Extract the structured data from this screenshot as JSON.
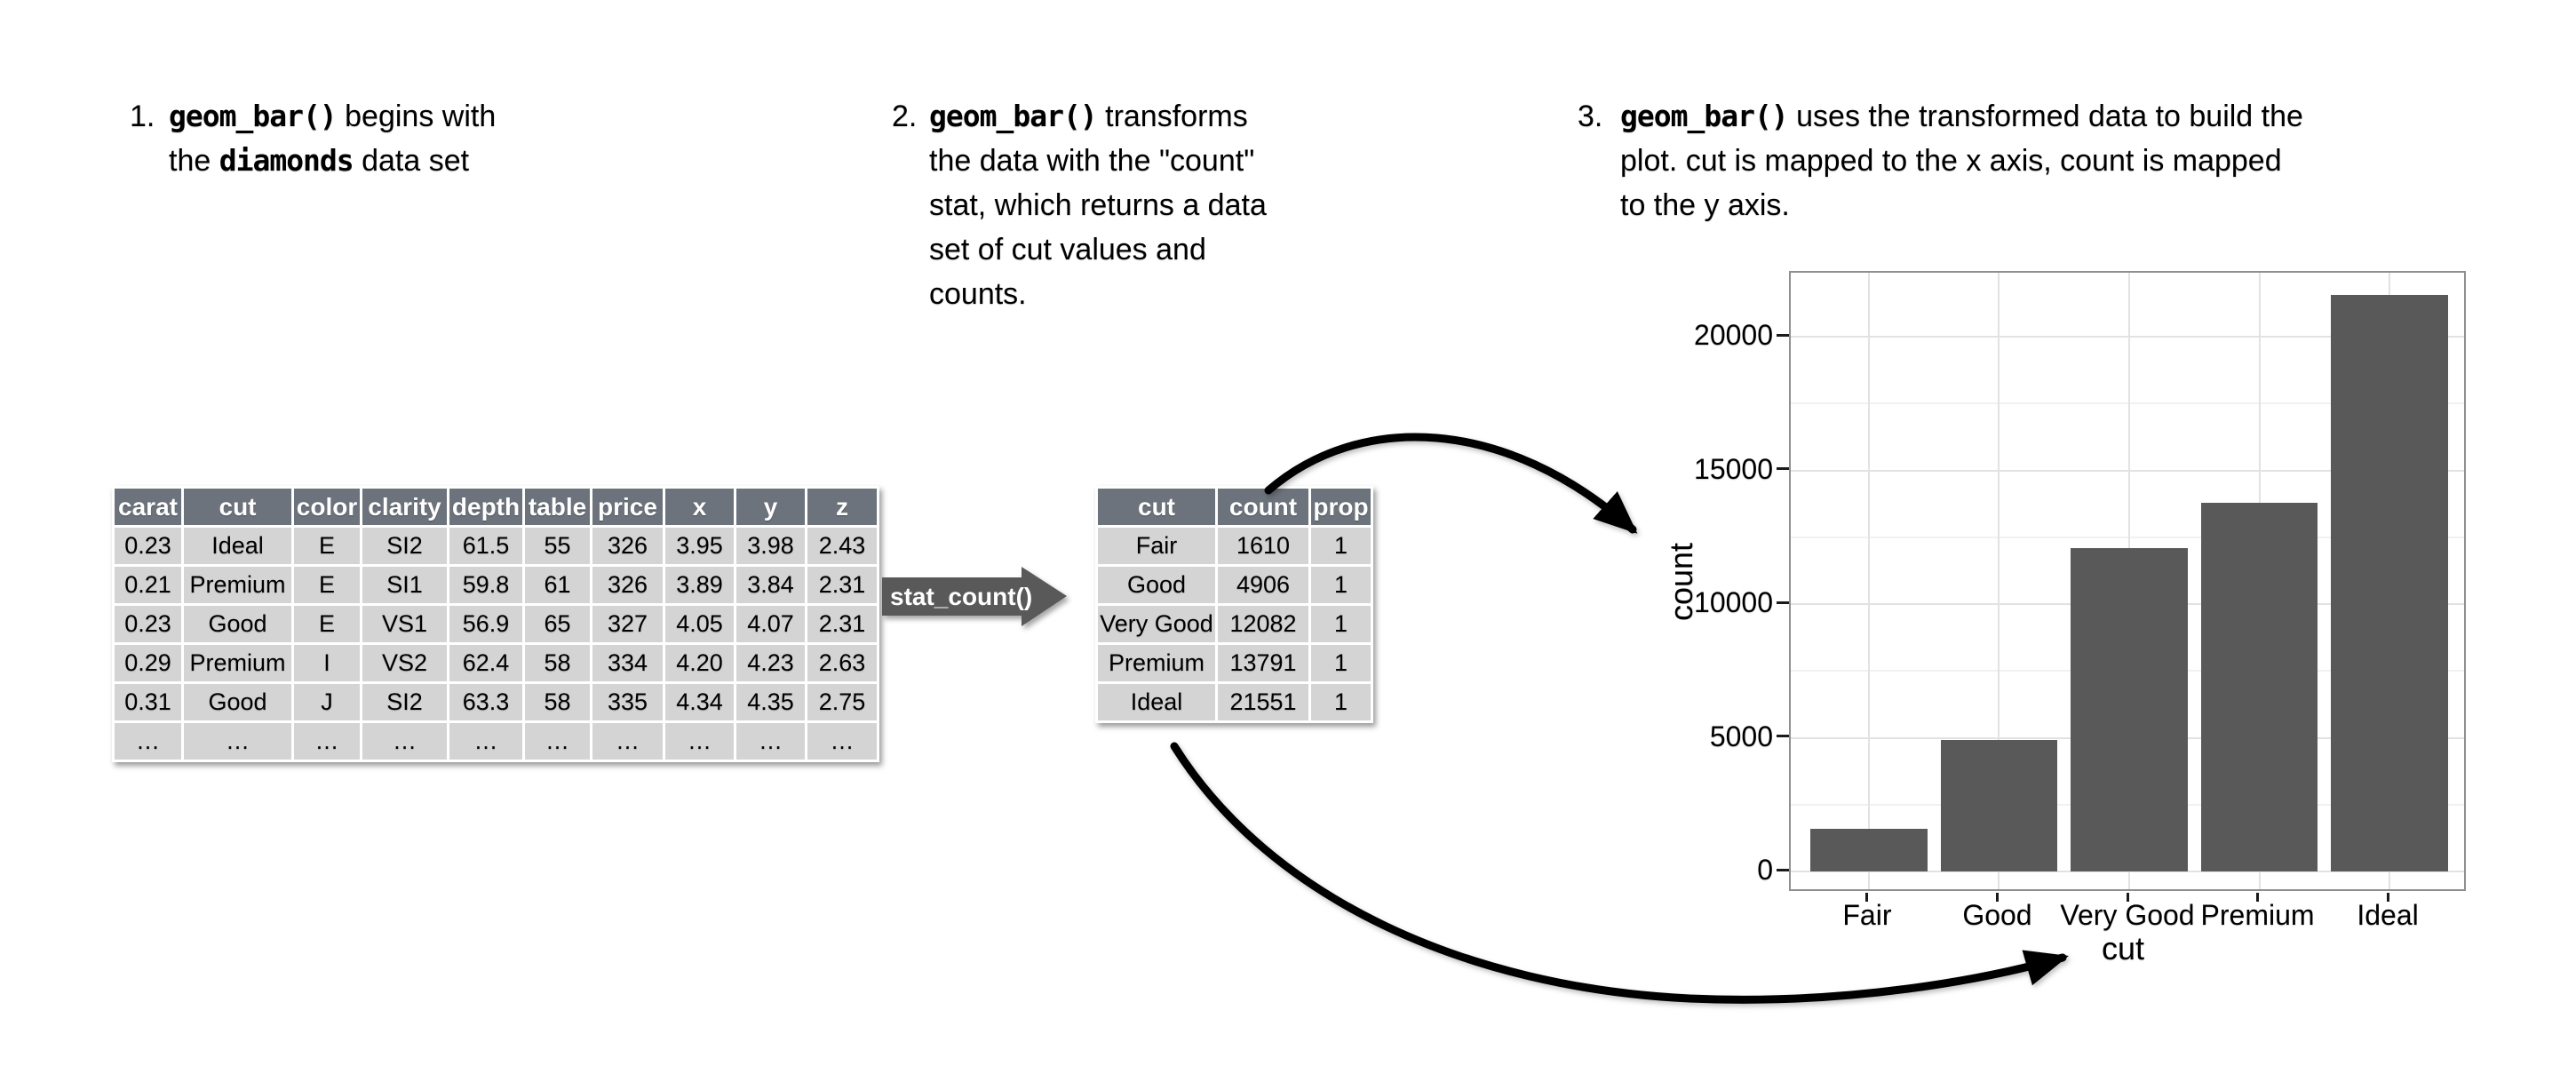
{
  "annotations": [
    {
      "number": "1.",
      "lines": [
        [
          {
            "t": "geom_bar()",
            "code": true
          },
          {
            "t": " begins with",
            "code": false
          }
        ],
        [
          {
            "t": "the ",
            "code": false
          },
          {
            "t": "diamonds",
            "code": true
          },
          {
            "t": " data set",
            "code": false
          }
        ]
      ]
    },
    {
      "number": "2.",
      "lines": [
        [
          {
            "t": "geom_bar()",
            "code": true
          },
          {
            "t": " transforms",
            "code": false
          }
        ],
        [
          {
            "t": "the data with the \"count\"",
            "code": false
          }
        ],
        [
          {
            "t": "stat, which returns a data",
            "code": false
          }
        ],
        [
          {
            "t": "set of cut values and",
            "code": false
          }
        ],
        [
          {
            "t": "counts.",
            "code": false
          }
        ]
      ]
    },
    {
      "number": "3.",
      "lines": [
        [
          {
            "t": "geom_bar()",
            "code": true
          },
          {
            "t": " uses the transformed data to build the",
            "code": false
          }
        ],
        [
          {
            "t": "plot. cut is mapped to the x axis, count is mapped",
            "code": false
          }
        ],
        [
          {
            "t": "to the y axis.",
            "code": false
          }
        ]
      ]
    }
  ],
  "diamonds_table": {
    "headers": [
      "carat",
      "cut",
      "color",
      "clarity",
      "depth",
      "table",
      "price",
      "x",
      "y",
      "z"
    ],
    "rows": [
      [
        "0.23",
        "Ideal",
        "E",
        "SI2",
        "61.5",
        "55",
        "326",
        "3.95",
        "3.98",
        "2.43"
      ],
      [
        "0.21",
        "Premium",
        "E",
        "SI1",
        "59.8",
        "61",
        "326",
        "3.89",
        "3.84",
        "2.31"
      ],
      [
        "0.23",
        "Good",
        "E",
        "VS1",
        "56.9",
        "65",
        "327",
        "4.05",
        "4.07",
        "2.31"
      ],
      [
        "0.29",
        "Premium",
        "I",
        "VS2",
        "62.4",
        "58",
        "334",
        "4.20",
        "4.23",
        "2.63"
      ],
      [
        "0.31",
        "Good",
        "J",
        "SI2",
        "63.3",
        "58",
        "335",
        "4.34",
        "4.35",
        "2.75"
      ],
      [
        "…",
        "…",
        "…",
        "…",
        "…",
        "…",
        "…",
        "…",
        "…",
        "…"
      ]
    ]
  },
  "transform_arrow": {
    "label": "stat_count()"
  },
  "counts_table": {
    "headers": [
      "cut",
      "count",
      "prop"
    ],
    "rows": [
      [
        "Fair",
        "1610",
        "1"
      ],
      [
        "Good",
        "4906",
        "1"
      ],
      [
        "Very Good",
        "12082",
        "1"
      ],
      [
        "Premium",
        "13791",
        "1"
      ],
      [
        "Ideal",
        "21551",
        "1"
      ]
    ]
  },
  "chart_data": {
    "type": "bar",
    "categories": [
      "Fair",
      "Good",
      "Very Good",
      "Premium",
      "Ideal"
    ],
    "values": [
      1610,
      4906,
      12082,
      13791,
      21551
    ],
    "title": "",
    "xlabel": "cut",
    "ylabel": "count",
    "yticks": [
      0,
      5000,
      10000,
      15000,
      20000
    ],
    "ylim": [
      0,
      22500
    ],
    "grid": true,
    "legend": false,
    "bar_color": "#595959"
  },
  "colors": {
    "table_header_bg": "#6d737c",
    "table_cell_bg": "#d4d4d4",
    "bar": "#595959",
    "transform_arrow": "#595959",
    "grid_major": "#e2e2e2",
    "grid_minor": "#f1f1f1",
    "panel_border": "#8f8f8f"
  }
}
